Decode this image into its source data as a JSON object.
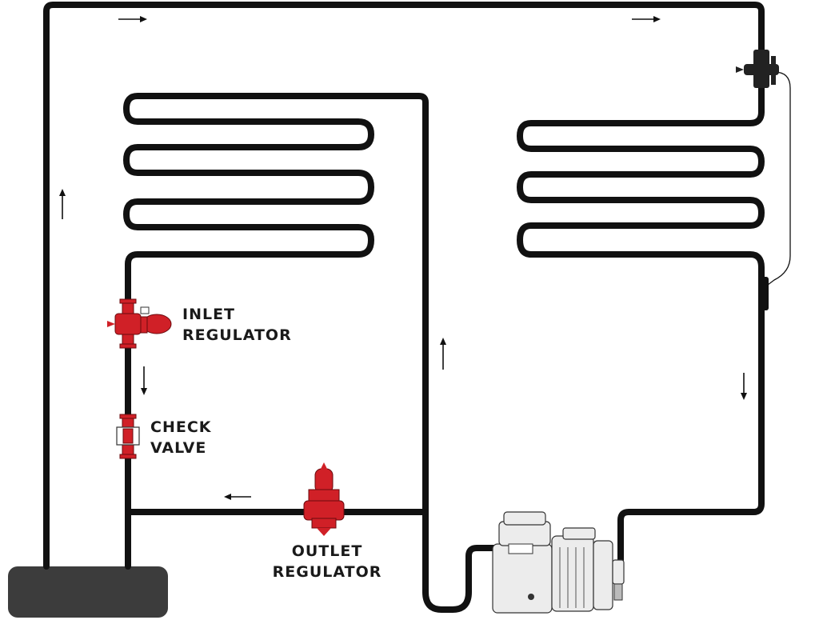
{
  "labels": {
    "inlet_regulator": [
      "INLET",
      "REGULATOR"
    ],
    "check_valve": [
      "CHECK",
      "VALVE"
    ],
    "outlet_regulator": [
      "OUTLET",
      "REGULATOR"
    ]
  },
  "colors": {
    "pipe": "#111111",
    "valve": "#d02027",
    "compressor": "#ececec",
    "receiver": "#3c3c3c"
  },
  "icons": {
    "flow_arrows": [
      "arrow-right-icon",
      "arrow-right-icon",
      "arrow-up-icon",
      "arrow-down-icon",
      "arrow-up-icon",
      "arrow-down-icon",
      "arrow-left-icon"
    ]
  }
}
